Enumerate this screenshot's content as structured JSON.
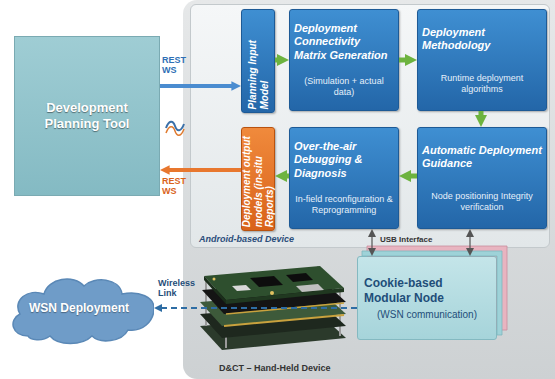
{
  "diagram": {
    "nodes": [
      {
        "text": [
          "Development Planning Tool"
        ]
      },
      {
        "text": [
          "D&CT – Hand-Held Device"
        ]
      },
      {
        "text": [
          "Android-based Device"
        ],
        "in": 1
      },
      {
        "text": [
          "Planning Input Model"
        ],
        "in": 2
      },
      {
        "text": [
          "Deployment Connectivity Matrix Generation",
          "(Simulation + actual data)"
        ],
        "in": 2
      },
      {
        "text": [
          "Deployment Methodology",
          "Runtime deployment algorithms"
        ],
        "in": 2
      },
      {
        "text": [
          "Automatic Deployment Guidance",
          "Node positioning Integrity verification"
        ],
        "in": 2
      },
      {
        "text": [
          "Over-the-air Debugging & Diagnosis",
          "In-field reconfiguration & Reprogramming"
        ],
        "in": 2
      },
      {
        "text": [
          "Deployment output models (in-situ Reports)"
        ],
        "in": 2
      },
      {
        "text": [
          "Cookie-based Modular Node",
          "(WSN communication)"
        ],
        "in": 1
      },
      {
        "text": [
          "WSN Deployment"
        ]
      }
    ],
    "edges": [
      {
        "from": 0,
        "to": 3,
        "arrow": "to",
        "label": "REST WS"
      },
      {
        "from": 8,
        "to": 0,
        "arrow": "to",
        "label": "REST WS"
      },
      {
        "from": 3,
        "to": 4,
        "arrow": "to"
      },
      {
        "from": 4,
        "to": 5,
        "arrow": "to"
      },
      {
        "from": 5,
        "to": 6,
        "arrow": "to"
      },
      {
        "from": 6,
        "to": 7,
        "arrow": "to"
      },
      {
        "from": 7,
        "to": 8,
        "arrow": "to"
      },
      {
        "from": 9,
        "to": 10,
        "arrow": "to",
        "label": "Wireless Link"
      },
      {
        "from": 9,
        "to": 7,
        "arrow": "both",
        "label": "USB Interface"
      },
      {
        "from": 9,
        "to": 6,
        "arrow": "both"
      }
    ]
  }
}
